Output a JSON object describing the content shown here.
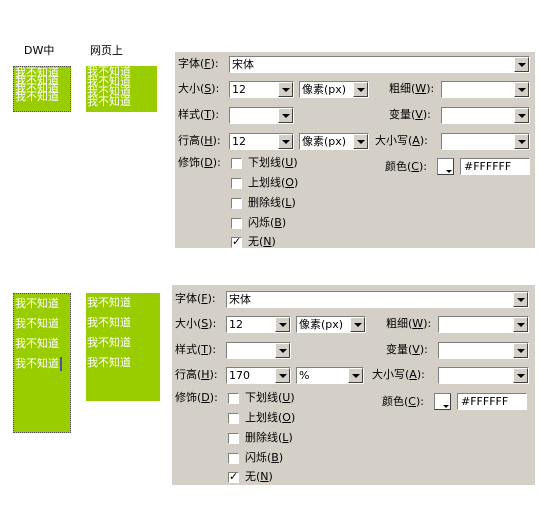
{
  "header": {
    "dw_label": "DW中",
    "web_label": "网页上"
  },
  "sample": {
    "text": "我不知道"
  },
  "panel_top": {
    "font": {
      "label": "字体",
      "key": "F",
      "value": "宋体"
    },
    "size": {
      "label": "大小",
      "key": "S",
      "value": "12",
      "unit": "像素(px)"
    },
    "weight": {
      "label": "粗细",
      "key": "W",
      "value": ""
    },
    "style": {
      "label": "样式",
      "key": "T",
      "value": ""
    },
    "variant": {
      "label": "变量",
      "key": "V",
      "value": ""
    },
    "line_height": {
      "label": "行高",
      "key": "H",
      "value": "12",
      "unit": "像素(px)"
    },
    "case": {
      "label": "大小写",
      "key": "A",
      "value": ""
    },
    "decoration": {
      "label": "修饰",
      "key": "D"
    },
    "color": {
      "label": "颜色",
      "key": "C",
      "value": "#FFFFFF"
    },
    "options": [
      {
        "label": "下划线",
        "key": "U",
        "checked": false
      },
      {
        "label": "上划线",
        "key": "O",
        "checked": false
      },
      {
        "label": "删除线",
        "key": "L",
        "checked": false
      },
      {
        "label": "闪烁",
        "key": "B",
        "checked": false
      },
      {
        "label": "无",
        "key": "N",
        "checked": true
      }
    ]
  },
  "panel_bottom": {
    "font": {
      "label": "字体",
      "key": "F",
      "value": "宋体"
    },
    "size": {
      "label": "大小",
      "key": "S",
      "value": "12",
      "unit": "像素(px)"
    },
    "weight": {
      "label": "粗细",
      "key": "W",
      "value": ""
    },
    "style": {
      "label": "样式",
      "key": "T",
      "value": ""
    },
    "variant": {
      "label": "变量",
      "key": "V",
      "value": ""
    },
    "line_height": {
      "label": "行高",
      "key": "H",
      "value": "170",
      "unit": "%"
    },
    "case": {
      "label": "大小写",
      "key": "A",
      "value": ""
    },
    "decoration": {
      "label": "修饰",
      "key": "D"
    },
    "color": {
      "label": "颜色",
      "key": "C",
      "value": "#FFFFFF"
    },
    "options": [
      {
        "label": "下划线",
        "key": "U",
        "checked": false
      },
      {
        "label": "上划线",
        "key": "O",
        "checked": false
      },
      {
        "label": "删除线",
        "key": "L",
        "checked": false
      },
      {
        "label": "闪烁",
        "key": "B",
        "checked": false
      },
      {
        "label": "无",
        "key": "N",
        "checked": true
      }
    ]
  },
  "colors": {
    "sample_bg": "#9acd00",
    "panel_bg": "#d4d0c8"
  }
}
